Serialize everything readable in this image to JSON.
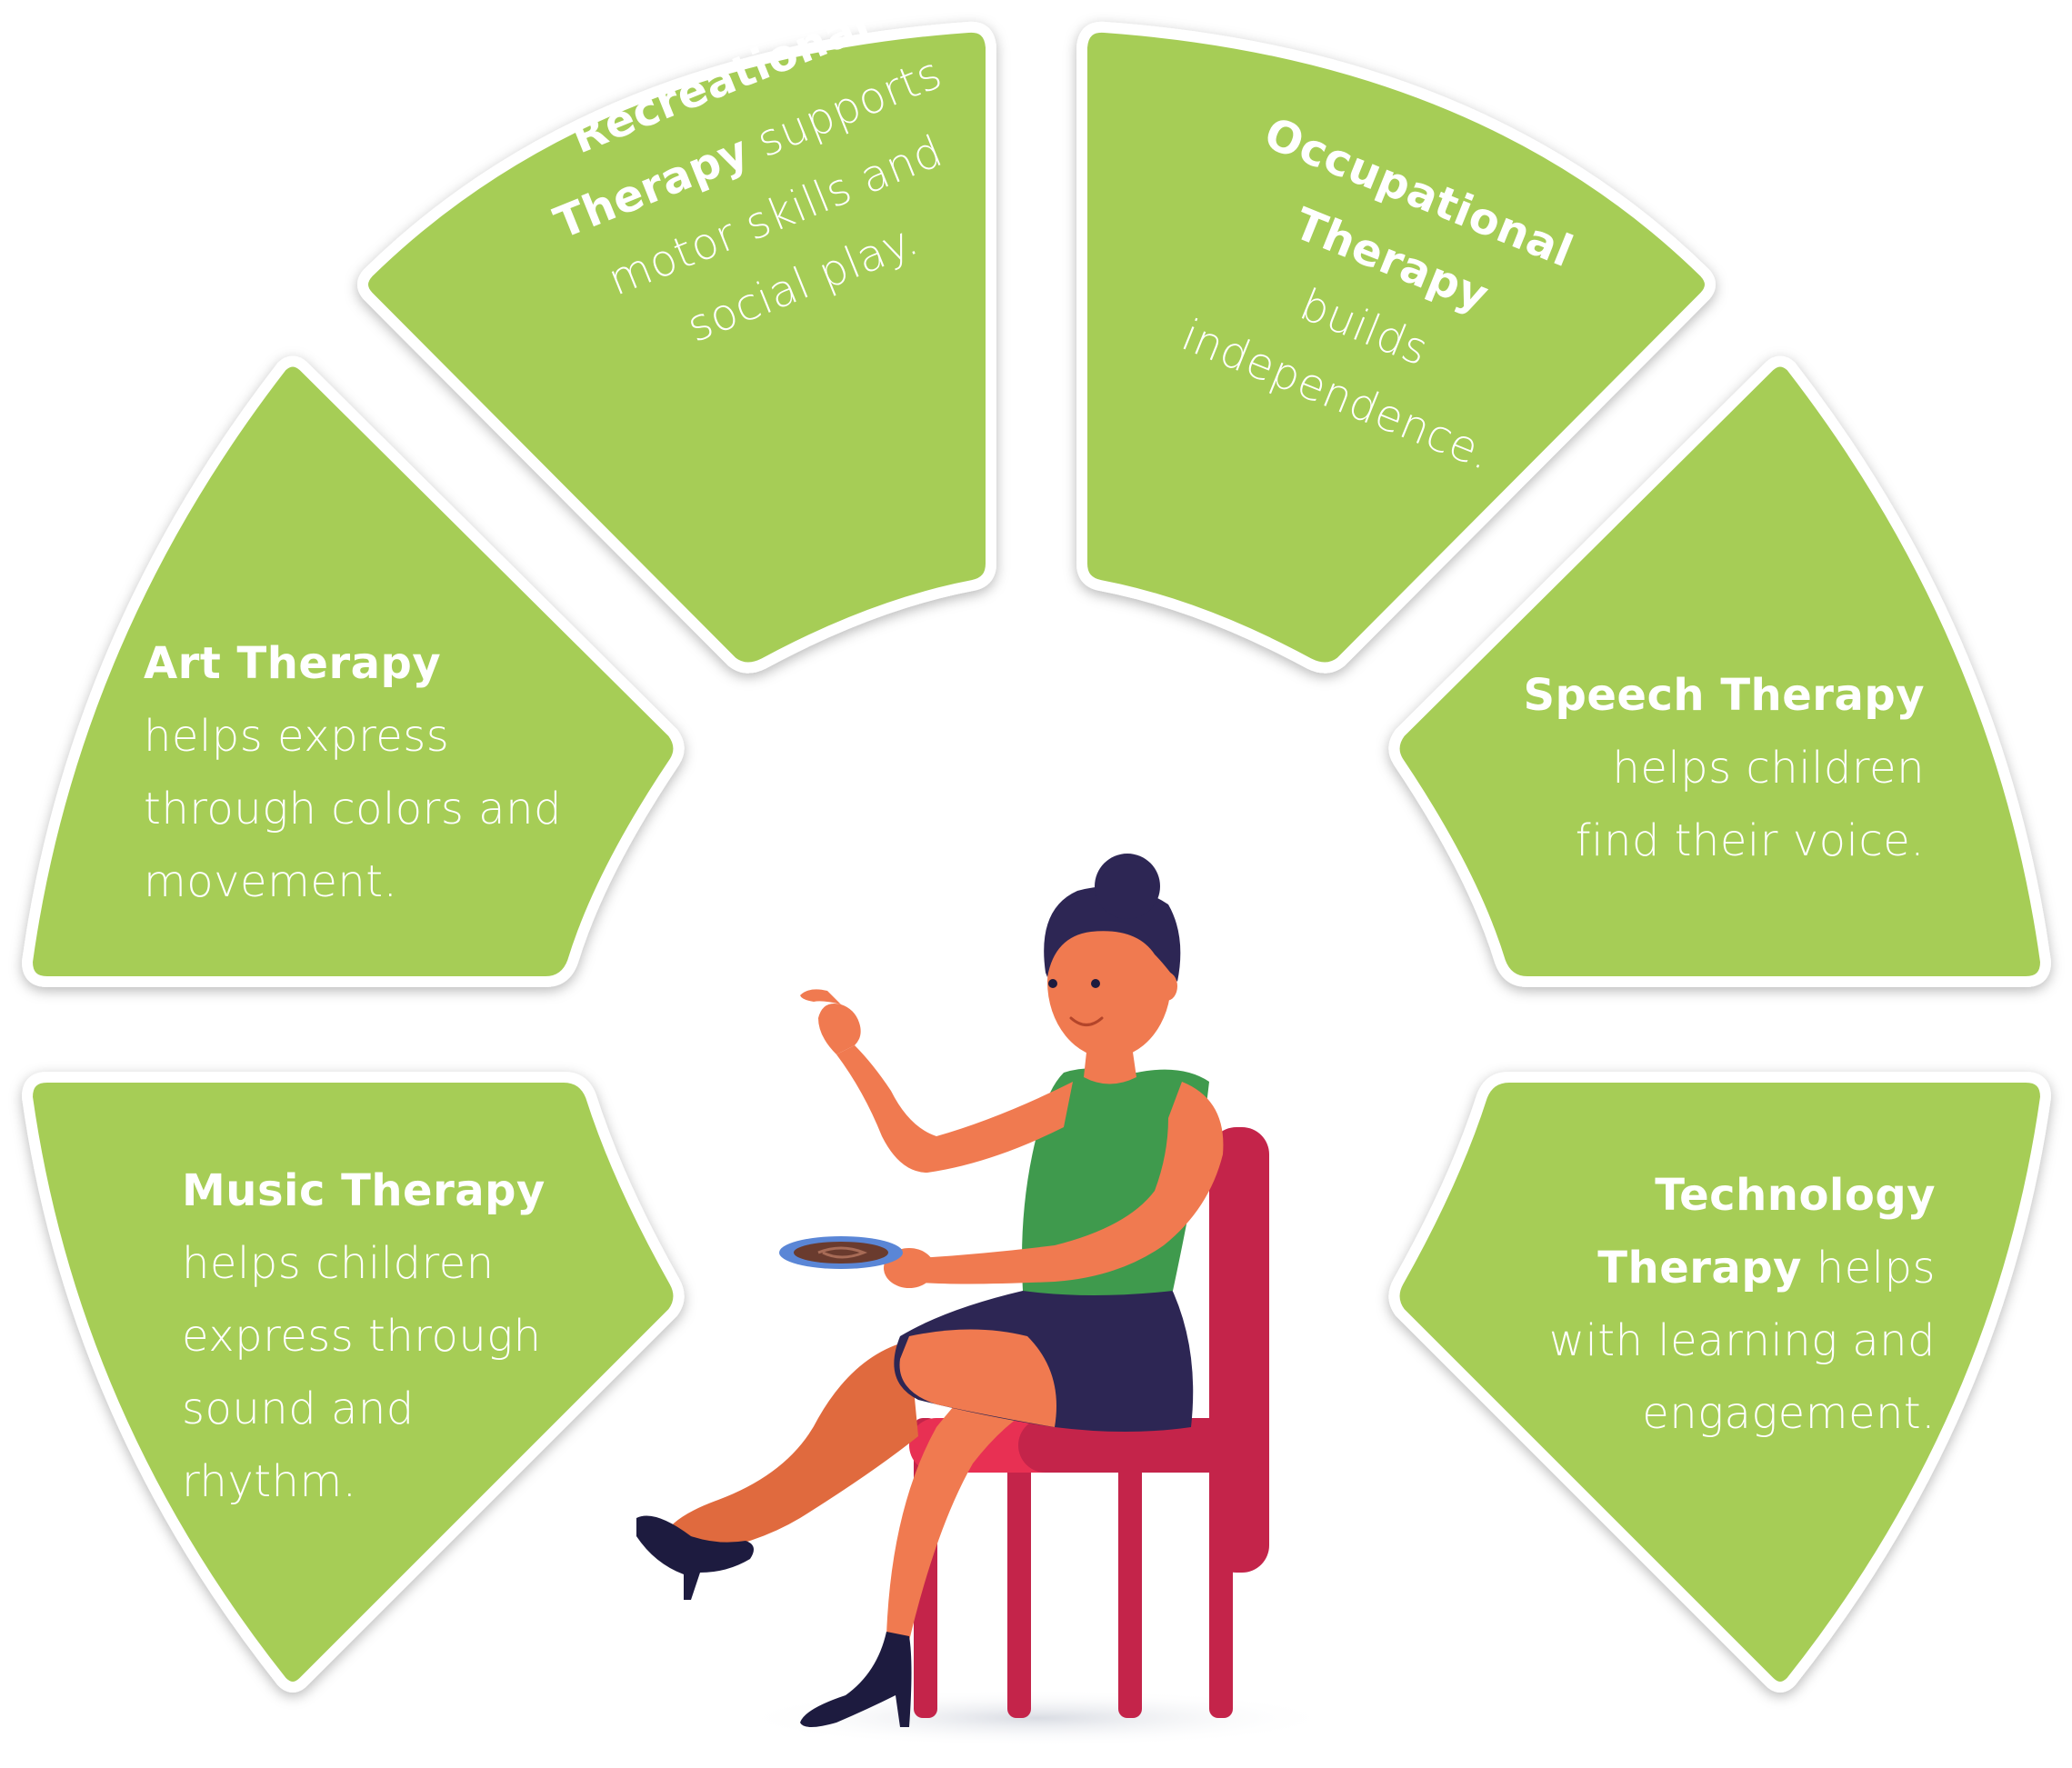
{
  "colors": {
    "segment_fill": "#a6cd57",
    "segment_stroke": "#ffffff",
    "text": "#ffffff",
    "skin": "#f07a50",
    "hair": "#2d2654",
    "top": "#3f9a4d",
    "skirt": "#2d2654",
    "chair_front": "#e83053",
    "chair_back": "#c4244a",
    "plate": "#5a86d6",
    "plate_food": "#6a3b2e",
    "shoe": "#1d1b3f"
  },
  "segments": {
    "recreational": {
      "title": "Recreational Therapy",
      "title_l1": "Recreational",
      "title_l2": "Therapy",
      "rest_l2": " supports",
      "l3": "motor skills and",
      "l4": "social play."
    },
    "occupational": {
      "title_l1": "Occupational",
      "title_l2": "Therapy",
      "l3": "builds",
      "l4": "independence."
    },
    "art": {
      "title": "Art Therapy",
      "l2": "helps express",
      "l3": "through colors and",
      "l4": "movement."
    },
    "speech": {
      "title": "Speech Therapy",
      "l2": "helps children",
      "l3": "find their voice."
    },
    "music": {
      "title": "Music Therapy",
      "l2": "helps children",
      "l3": "express through",
      "l4": "sound and",
      "l5": "rhythm."
    },
    "technology": {
      "title_l1": "Technology",
      "title_l2": "Therapy",
      "rest_l2": " helps",
      "l3": "with learning and",
      "l4": "engagement."
    }
  },
  "illustration": {
    "subject": "woman-seated-on-chair-holding-plate"
  }
}
